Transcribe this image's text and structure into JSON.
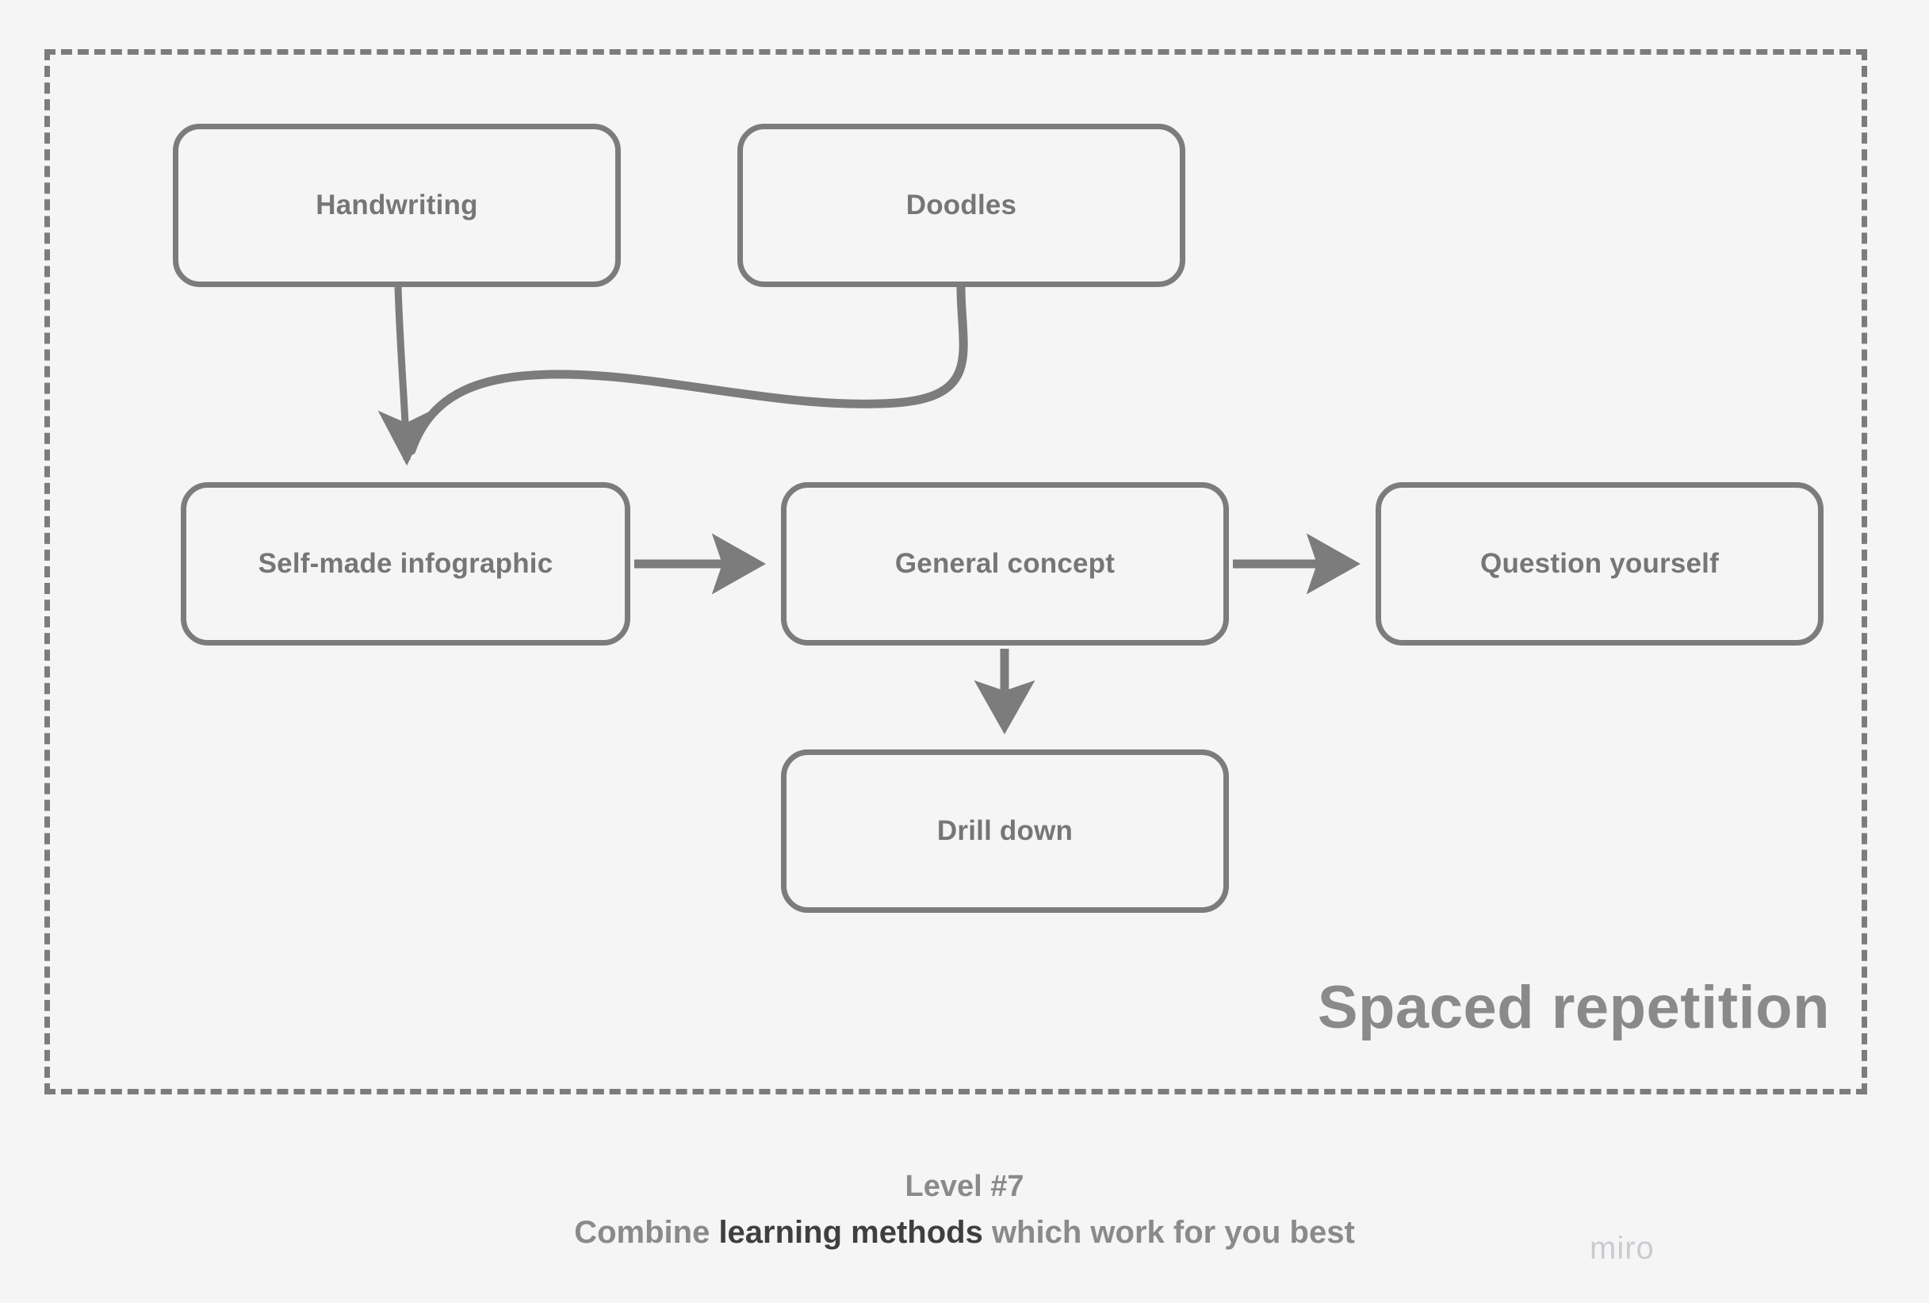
{
  "colors": {
    "background": "#f5f5f5",
    "stroke": "#7c7c7c",
    "node_text": "#767676",
    "group_title": "#8a8a8a",
    "caption_muted": "#8a8a8a",
    "caption_emphasis": "#3f3f3f",
    "watermark": "#c9cbd1"
  },
  "group": {
    "title": "Spaced repetition",
    "border_style": "dashed"
  },
  "nodes": [
    {
      "id": "handwriting",
      "label": "Handwriting"
    },
    {
      "id": "doodles",
      "label": "Doodles"
    },
    {
      "id": "infographic",
      "label": "Self-made infographic"
    },
    {
      "id": "general",
      "label": "General concept"
    },
    {
      "id": "question",
      "label": "Question yourself"
    },
    {
      "id": "drill",
      "label": "Drill down"
    }
  ],
  "edges": [
    {
      "from": "handwriting",
      "to": "infographic",
      "style": "curved",
      "arrow": true
    },
    {
      "from": "doodles",
      "to": "infographic",
      "style": "curved",
      "arrow": false
    },
    {
      "from": "infographic",
      "to": "general",
      "style": "straight",
      "arrow": true
    },
    {
      "from": "general",
      "to": "question",
      "style": "straight",
      "arrow": true
    },
    {
      "from": "general",
      "to": "drill",
      "style": "straight",
      "arrow": true
    }
  ],
  "footer": {
    "level": "Level #7",
    "caption_before": "Combine ",
    "caption_emphasis": "learning methods",
    "caption_after": " which work for you best"
  },
  "watermark": {
    "label": "miro"
  }
}
